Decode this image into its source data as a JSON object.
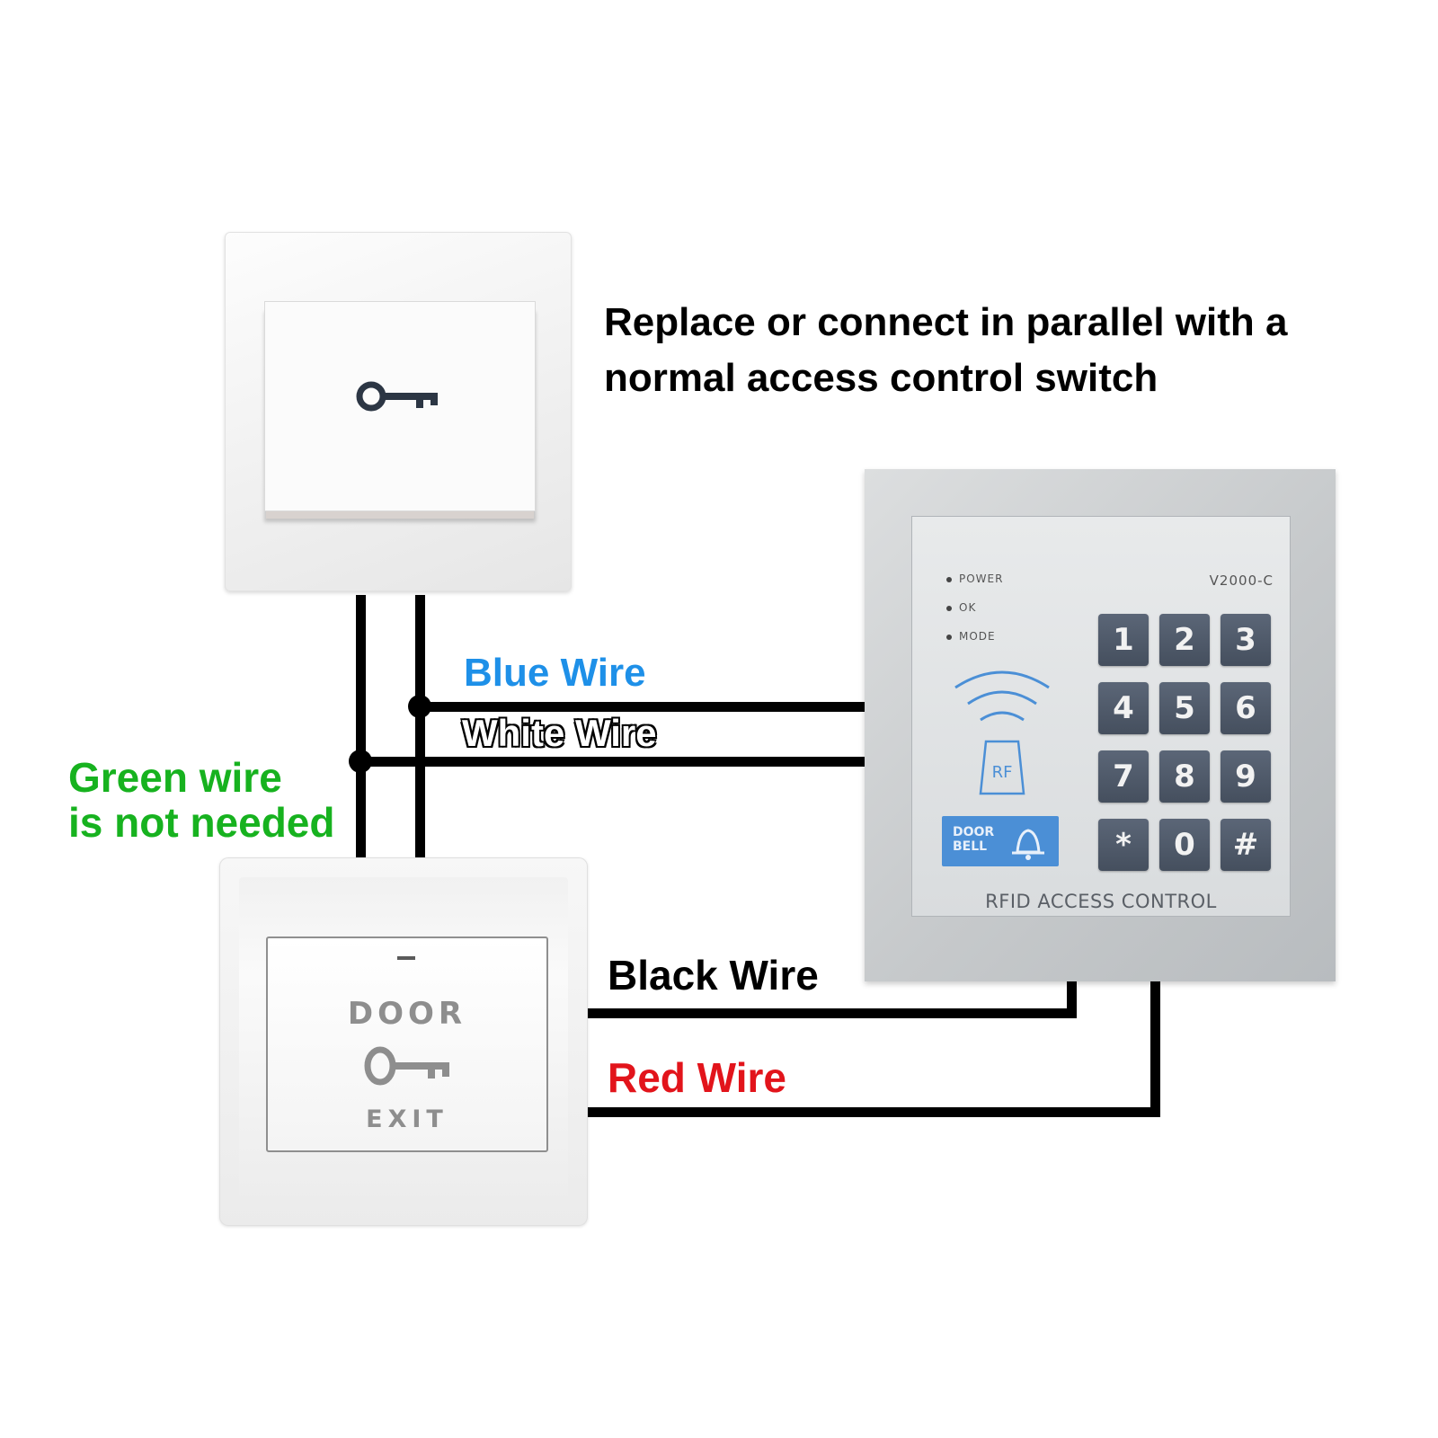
{
  "headline": "Replace or connect in parallel with a\nnormal access control switch",
  "labels": {
    "blue_wire": "Blue Wire",
    "white_wire": "White Wire",
    "green_wire": "Green wire\nis not needed",
    "black_wire": "Black Wire",
    "red_wire": "Red Wire"
  },
  "exit_button": {
    "top_text": "DOOR",
    "bottom_text": "EXIT"
  },
  "rfid_panel": {
    "model": "V2000-C",
    "indicators": [
      "POWER",
      "OK",
      "MODE"
    ],
    "rf_label": "RF",
    "doorbell_label": "DOOR\nBELL",
    "keys": [
      "1",
      "2",
      "3",
      "4",
      "5",
      "6",
      "7",
      "8",
      "9",
      "*",
      "0",
      "#"
    ],
    "caption": "RFID ACCESS CONTROL"
  },
  "colors": {
    "blue_label": "#1e90e8",
    "green_label": "#17b21f",
    "red_label": "#e2141b",
    "wire": "#000000"
  },
  "icons": [
    "key-icon",
    "bell-icon",
    "rf-wave-icon"
  ]
}
